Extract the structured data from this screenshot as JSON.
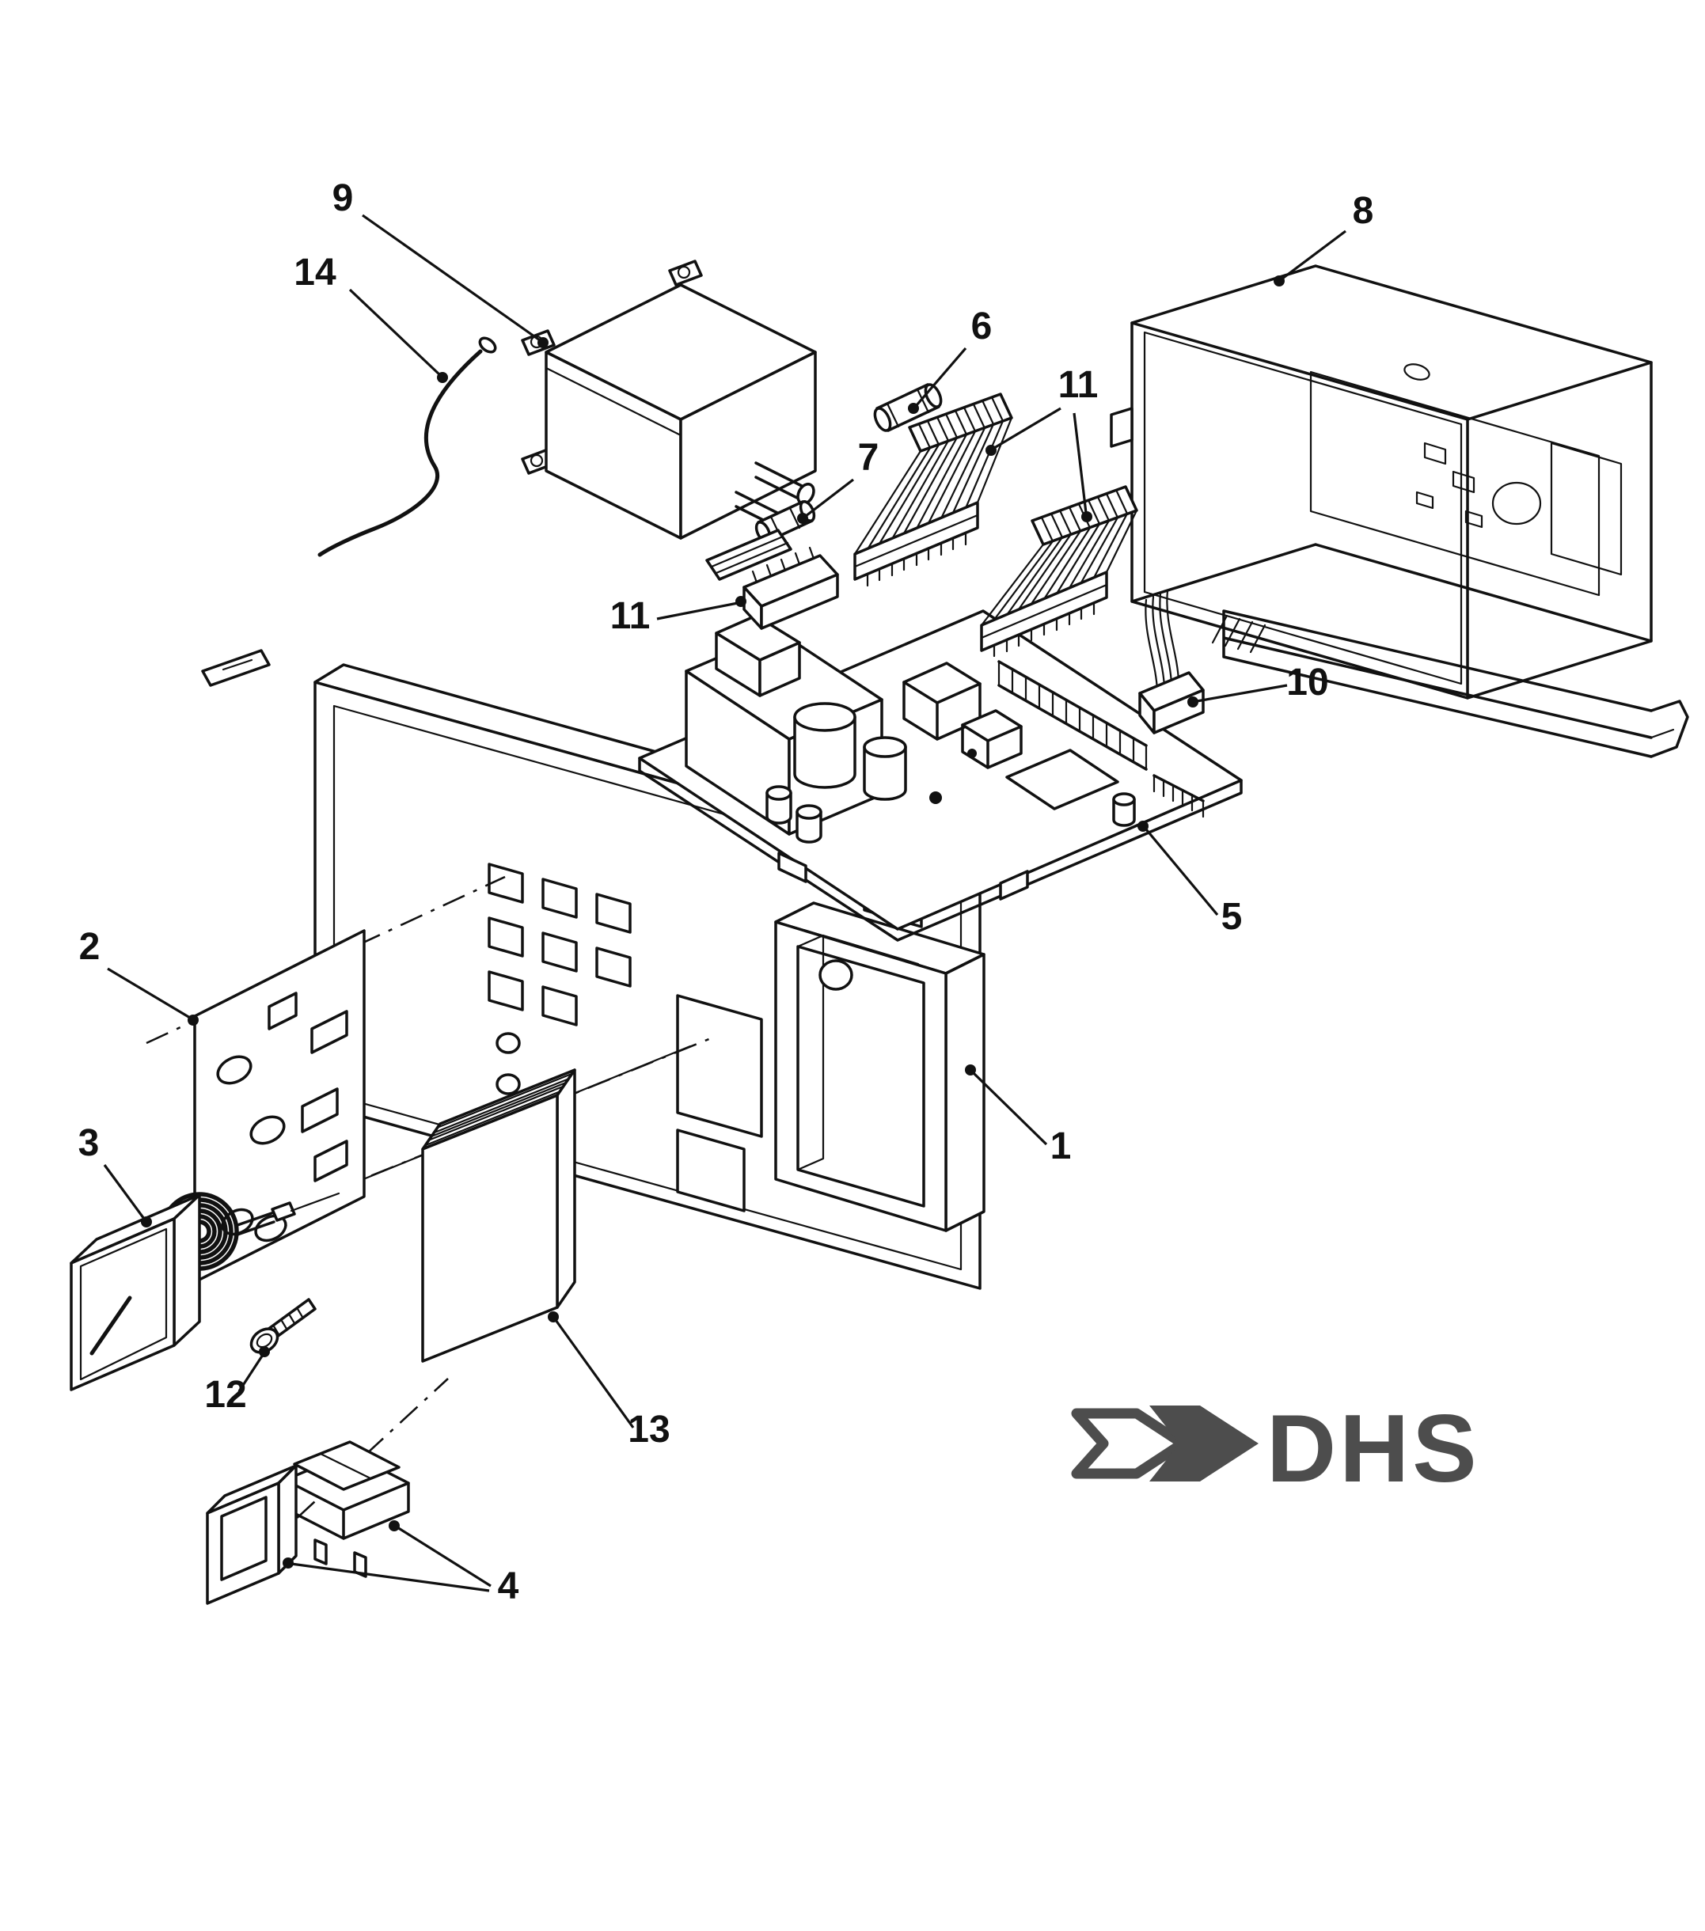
{
  "colors": {
    "ink": "#111111",
    "logo": "#4d4d4d",
    "paper": "#ffffff"
  },
  "logo": {
    "text": "DHS"
  },
  "callouts": [
    {
      "text": "9"
    },
    {
      "text": "14"
    },
    {
      "text": "8"
    },
    {
      "text": "6"
    },
    {
      "text": "11"
    },
    {
      "text": "7"
    },
    {
      "text": "11"
    },
    {
      "text": "10"
    },
    {
      "text": "5"
    },
    {
      "text": "2"
    },
    {
      "text": "1"
    },
    {
      "text": "3"
    },
    {
      "text": "12"
    },
    {
      "text": "13"
    },
    {
      "text": "4"
    }
  ]
}
